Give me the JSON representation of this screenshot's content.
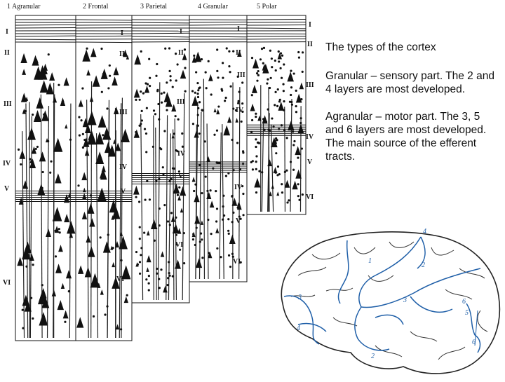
{
  "columns": [
    {
      "number": "1",
      "name": "Agranular"
    },
    {
      "number": "2",
      "name": "Frontal"
    },
    {
      "number": "3",
      "name": "Parietal"
    },
    {
      "number": "4",
      "name": "Granular"
    },
    {
      "number": "5",
      "name": "Polar"
    }
  ],
  "layer_numerals": [
    "I",
    "II",
    "III",
    "IV",
    "V",
    "VI"
  ],
  "text": {
    "heading": "The types of the cortex",
    "granular": "Granular – sensory part. The 2 and 4 layers are most developed.",
    "agranular": "Agranular – motor part. The 3, 5 and 6 layers are most developed. The main source of the efferent tracts."
  },
  "brain_labels": [
    "1",
    "2",
    "3",
    "4",
    "5",
    "6"
  ],
  "colors": {
    "ink": "#111111",
    "brain_lines": "#1f5fa8",
    "brain_outline": "#222222"
  }
}
